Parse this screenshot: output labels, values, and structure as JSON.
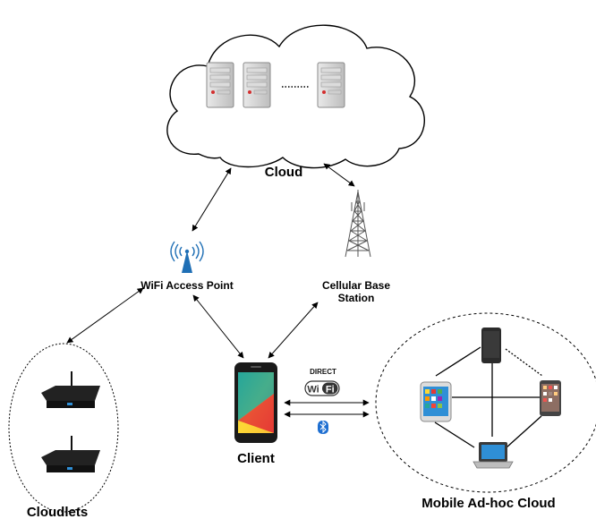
{
  "labels": {
    "cloud": "Cloud",
    "wifi_ap": "WiFi Access Point",
    "cell_line1": "Cellular Base",
    "cell_line2": "Station",
    "client": "Client",
    "mobile_cloud": "Mobile Ad-hoc Cloud",
    "cloudlets": "Cloudlets"
  },
  "wifi_direct": {
    "top": "DIRECT",
    "brand_wi": "Wi",
    "brand_fi": "Fi"
  },
  "icons": [
    "server-icon",
    "wifi-antenna-icon",
    "cell-tower-icon",
    "smartphone-icon",
    "tablet-icon",
    "laptop-icon",
    "router-box-icon",
    "bluetooth-icon"
  ],
  "colors": {
    "antenna_blue": "#1f6fb5",
    "bluetooth_blue": "#1e6fd1",
    "screen_red": "#e53935",
    "screen_yellow": "#fdd835",
    "screen_teal": "#26a69a"
  }
}
